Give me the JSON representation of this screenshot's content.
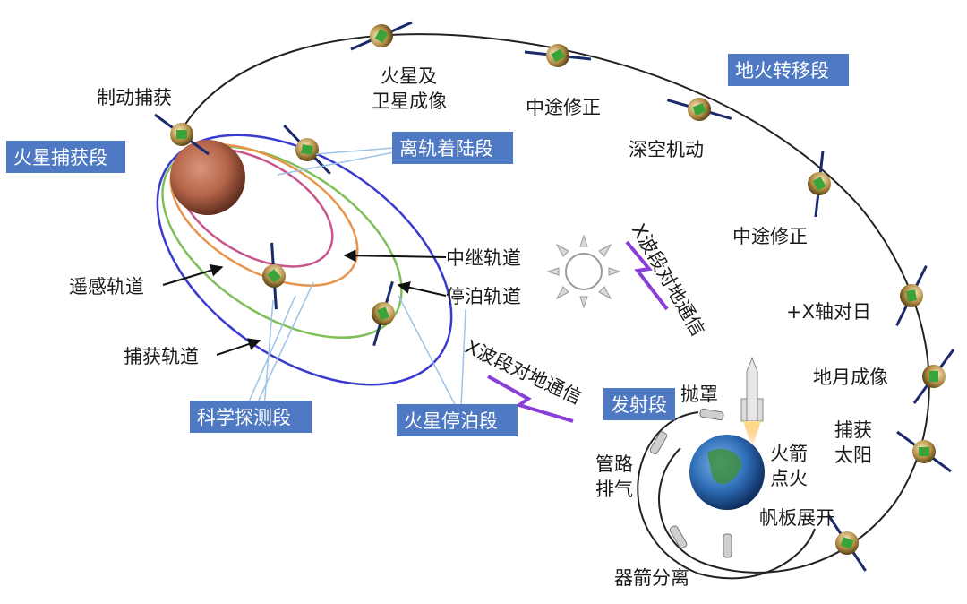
{
  "phases": {
    "capture": "火星捕获段",
    "deorbit_landing": "离轨着陆段",
    "transfer": "地火转移段",
    "science": "科学探测段",
    "parking": "火星停泊段",
    "launch": "发射段"
  },
  "labels": {
    "brake_capture": "制动捕获",
    "mars_sat_imaging": [
      "火星及",
      "卫星成像"
    ],
    "midcourse_1": "中途修正",
    "deep_space": "深空机动",
    "midcourse_2": "中途修正",
    "x_axis_sun": "+X轴对日",
    "earth_moon_imaging": "地月成像",
    "capture_sun": [
      "捕获",
      "太阳"
    ],
    "sail_deploy": "帆板展开",
    "separation": "器箭分离",
    "pipe_vent": [
      "管路",
      "排气"
    ],
    "fairing": "抛罩",
    "rocket_ignite": [
      "火箭",
      "点火"
    ],
    "relay_orbit": "中继轨道",
    "parking_orbit": "停泊轨道",
    "remote_orbit": "遥感轨道",
    "capture_orbit": "捕获轨道",
    "xband_1": "X波段对地通信",
    "xband_2": "X波段对地通信"
  },
  "colors": {
    "phase_box": "#4f79c2",
    "orbit_outer": "#3a3ad0",
    "orbit_green": "#7fbf5a",
    "orbit_orange": "#e8944a",
    "orbit_pink": "#c8558c",
    "transfer_orbit": "#222222",
    "signal": "#8a3fd6",
    "mars": "#b5654a",
    "earth": "#2f6fb8"
  }
}
